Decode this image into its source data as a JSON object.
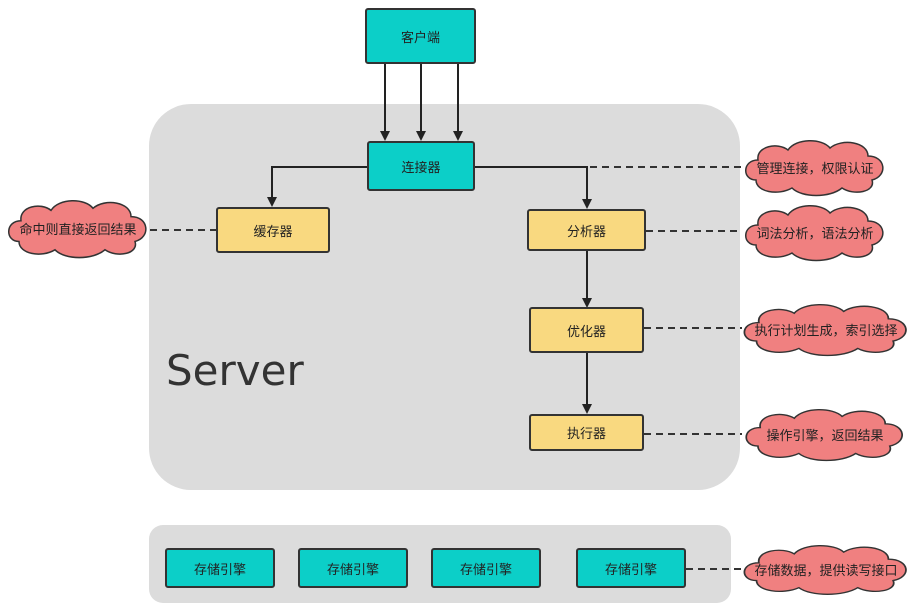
{
  "server_label": "Server",
  "nodes": {
    "client": "客户端",
    "connector": "连接器",
    "cache": "缓存器",
    "analyzer": "分析器",
    "optimizer": "优化器",
    "executor": "执行器"
  },
  "engines": [
    "存储引擎",
    "存储引擎",
    "存储引擎",
    "存储引擎"
  ],
  "notes": {
    "connector": "管理连接，权限认证",
    "cache": "命中则直接返回结果",
    "analyzer": "词法分析，语法分析",
    "optimizer": "执行计划生成，索引选择",
    "executor": "操作引擎，返回结果",
    "engine": "存储数据，提供读写接口"
  },
  "colors": {
    "teal": "#0ccfc8",
    "yellow": "#f9d980",
    "cloud": "#f08080",
    "panel": "#dcdcdc"
  }
}
